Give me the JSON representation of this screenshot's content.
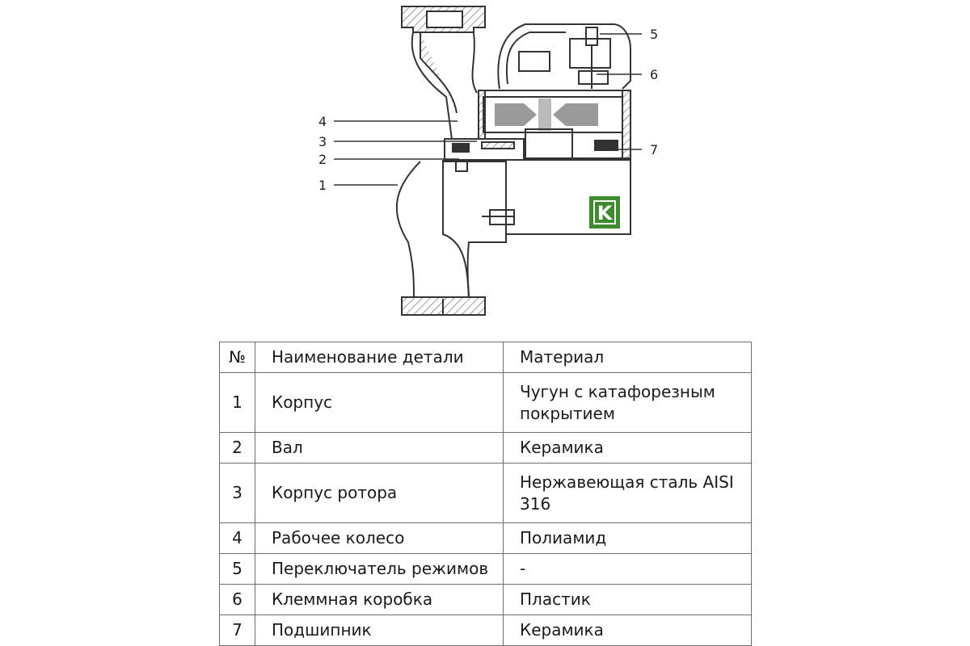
{
  "diagram": {
    "callouts": [
      {
        "id": "5",
        "label": "5"
      },
      {
        "id": "6",
        "label": "6"
      },
      {
        "id": "4",
        "label": "4"
      },
      {
        "id": "3",
        "label": "3"
      },
      {
        "id": "2",
        "label": "2"
      },
      {
        "id": "1",
        "label": "1"
      },
      {
        "id": "7",
        "label": "7"
      }
    ],
    "logo_letter": "K",
    "colors": {
      "logo": "#3e8a2e",
      "line": "#333333",
      "rotor": "#9a9a9a",
      "hatch": "#666666"
    }
  },
  "table": {
    "headers": [
      "№",
      "Наименование детали",
      "Материал"
    ],
    "rows": [
      {
        "num": "1",
        "name": "Корпус",
        "material_line1": "Чугун с катафорезным",
        "material_line2": "покрытием"
      },
      {
        "num": "2",
        "name": "Вал",
        "material_line1": "Керамика",
        "material_line2": ""
      },
      {
        "num": "3",
        "name": "Корпус ротора",
        "material_line1": "Нержавеющая сталь AISI",
        "material_line2": "316"
      },
      {
        "num": "4",
        "name": "Рабочее колесо",
        "material_line1": "Полиамид",
        "material_line2": ""
      },
      {
        "num": "5",
        "name": "Переключатель режимов",
        "material_line1": "-",
        "material_line2": ""
      },
      {
        "num": "6",
        "name": "Клеммная коробка",
        "material_line1": "Пластик",
        "material_line2": ""
      },
      {
        "num": "7",
        "name": "Подшипник",
        "material_line1": "Керамика",
        "material_line2": ""
      }
    ]
  }
}
